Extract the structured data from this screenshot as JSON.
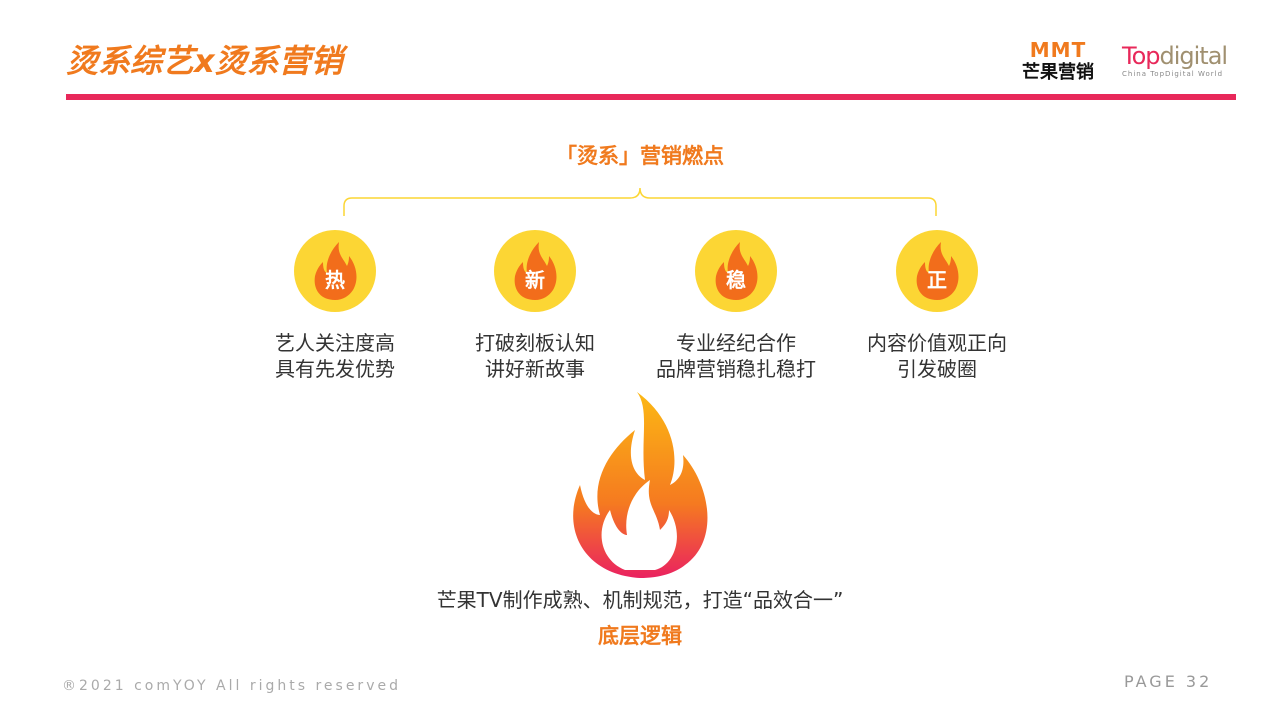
{
  "header": {
    "title": "烫系综艺x烫系营销",
    "logo_mmt_top": "MMT",
    "logo_mmt_bottom": "芒果营销",
    "logo_td_top1": "Top",
    "logo_td_top2": "digital",
    "logo_td_sub": "China TopDigital World"
  },
  "subtitle": "「烫系」营销燃点",
  "items": [
    {
      "char": "热",
      "line1": "艺人关注度高",
      "line2": "具有先发优势"
    },
    {
      "char": "新",
      "line1": "打破刻板认知",
      "line2": "讲好新故事"
    },
    {
      "char": "稳",
      "line1": "专业经纪合作",
      "line2": "品牌营销稳扎稳打"
    },
    {
      "char": "正",
      "line1": "内容价值观正向",
      "line2": "引发破圈"
    }
  ],
  "bottom": {
    "line1": "芒果TV制作成熟、机制规范，打造“品效合一”",
    "line2": "底层逻辑"
  },
  "footer": {
    "copyright": "®2021 comYOY All rights reserved",
    "page": "PAGE 32"
  }
}
